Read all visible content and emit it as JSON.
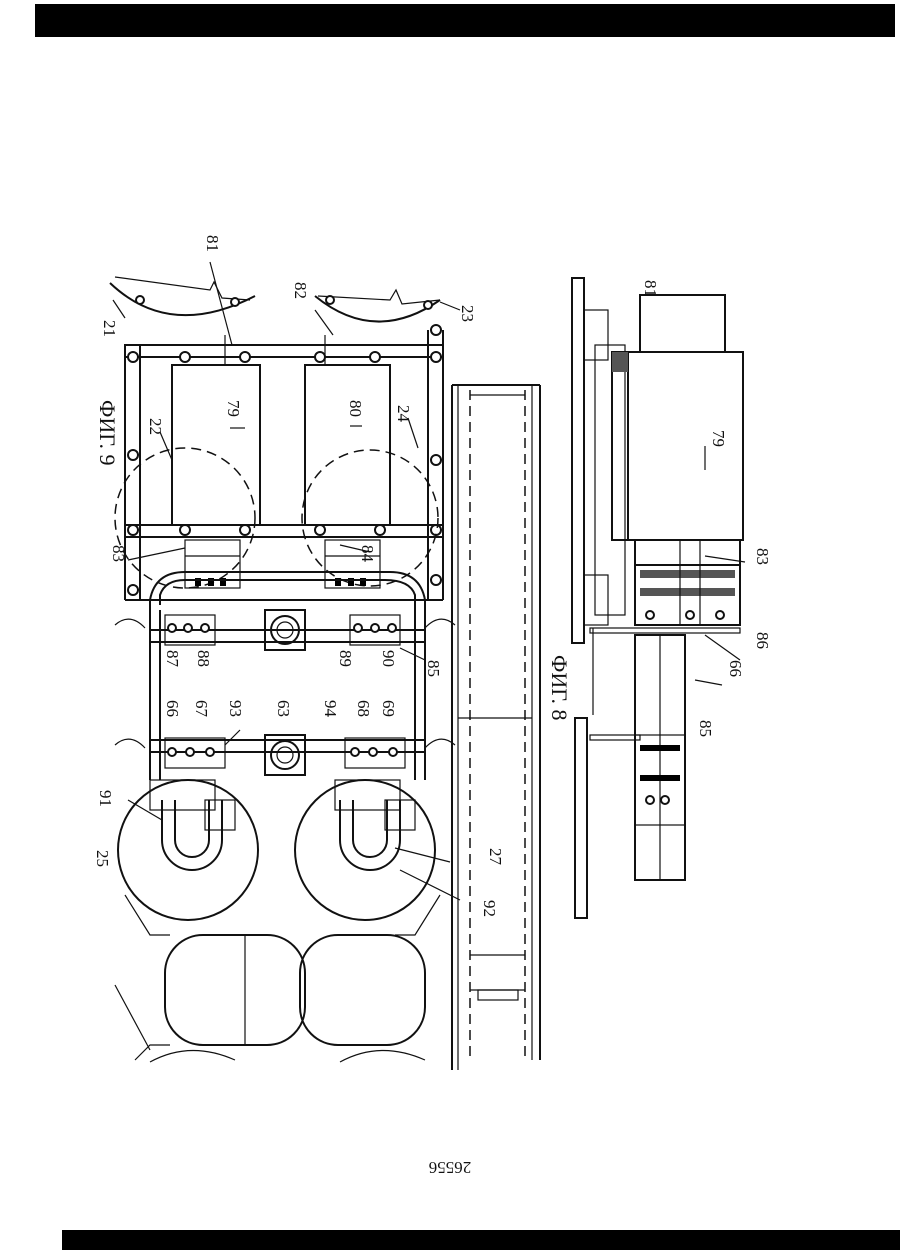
{
  "page_number": "26556",
  "figures": {
    "fig9": "ФИГ. 9",
    "fig8": "ФИГ. 8"
  },
  "labels": {
    "l21": "21",
    "l81a": "81",
    "l82": "82",
    "l23": "23",
    "l22": "22",
    "l79a": "79",
    "l80": "80",
    "l24": "24",
    "l83a": "83",
    "l84": "84",
    "l87": "87",
    "l88": "88",
    "l89": "89",
    "l90": "90",
    "l85a": "85",
    "l66a": "66",
    "l67": "67",
    "l93": "93",
    "l63": "63",
    "l94": "94",
    "l68": "68",
    "l69": "69",
    "l91": "91",
    "l25": "25",
    "l27": "27",
    "l92": "92",
    "l81b": "81",
    "l79b": "79",
    "l83b": "83",
    "l86": "86",
    "l66b": "66",
    "l85b": "85"
  }
}
